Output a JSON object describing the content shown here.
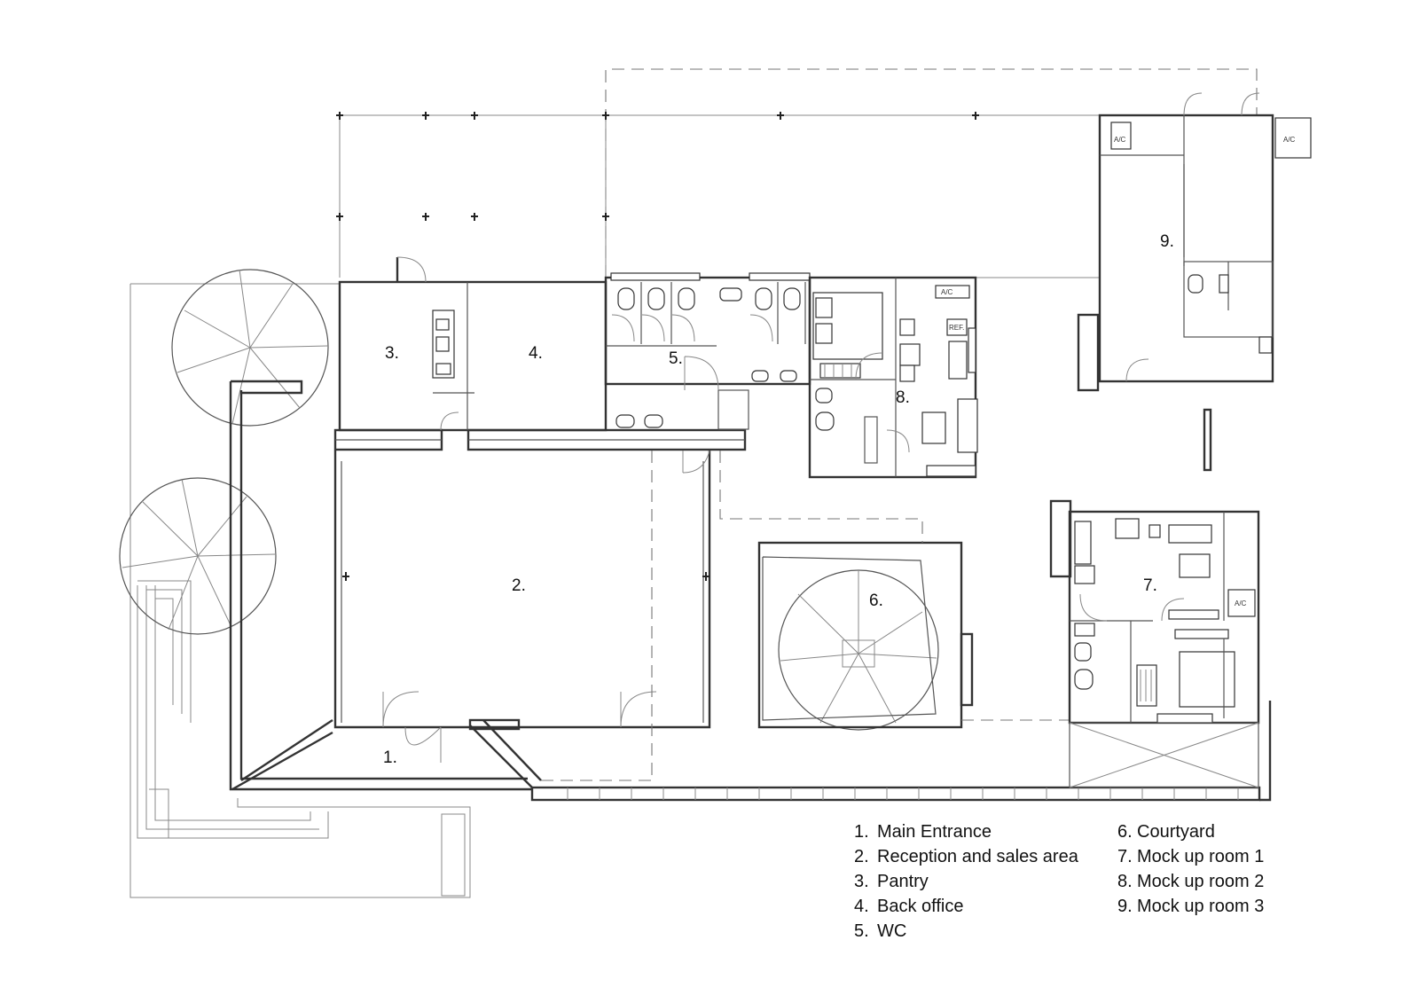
{
  "rooms": [
    {
      "num": "1.",
      "name": "Main Entrance"
    },
    {
      "num": "2.",
      "name": "Reception and sales area"
    },
    {
      "num": "3.",
      "name": "Pantry"
    },
    {
      "num": "4.",
      "name": "Back office"
    },
    {
      "num": "5.",
      "name": "WC"
    },
    {
      "num": "6.",
      "name": "Courtyard"
    },
    {
      "num": "7.",
      "name": "Mock up room 1"
    },
    {
      "num": "8.",
      "name": "Mock up room 2"
    },
    {
      "num": "9.",
      "name": "Mock up room 3"
    }
  ],
  "fixture_tags": {
    "ac": "A/C",
    "ref": "REF."
  }
}
